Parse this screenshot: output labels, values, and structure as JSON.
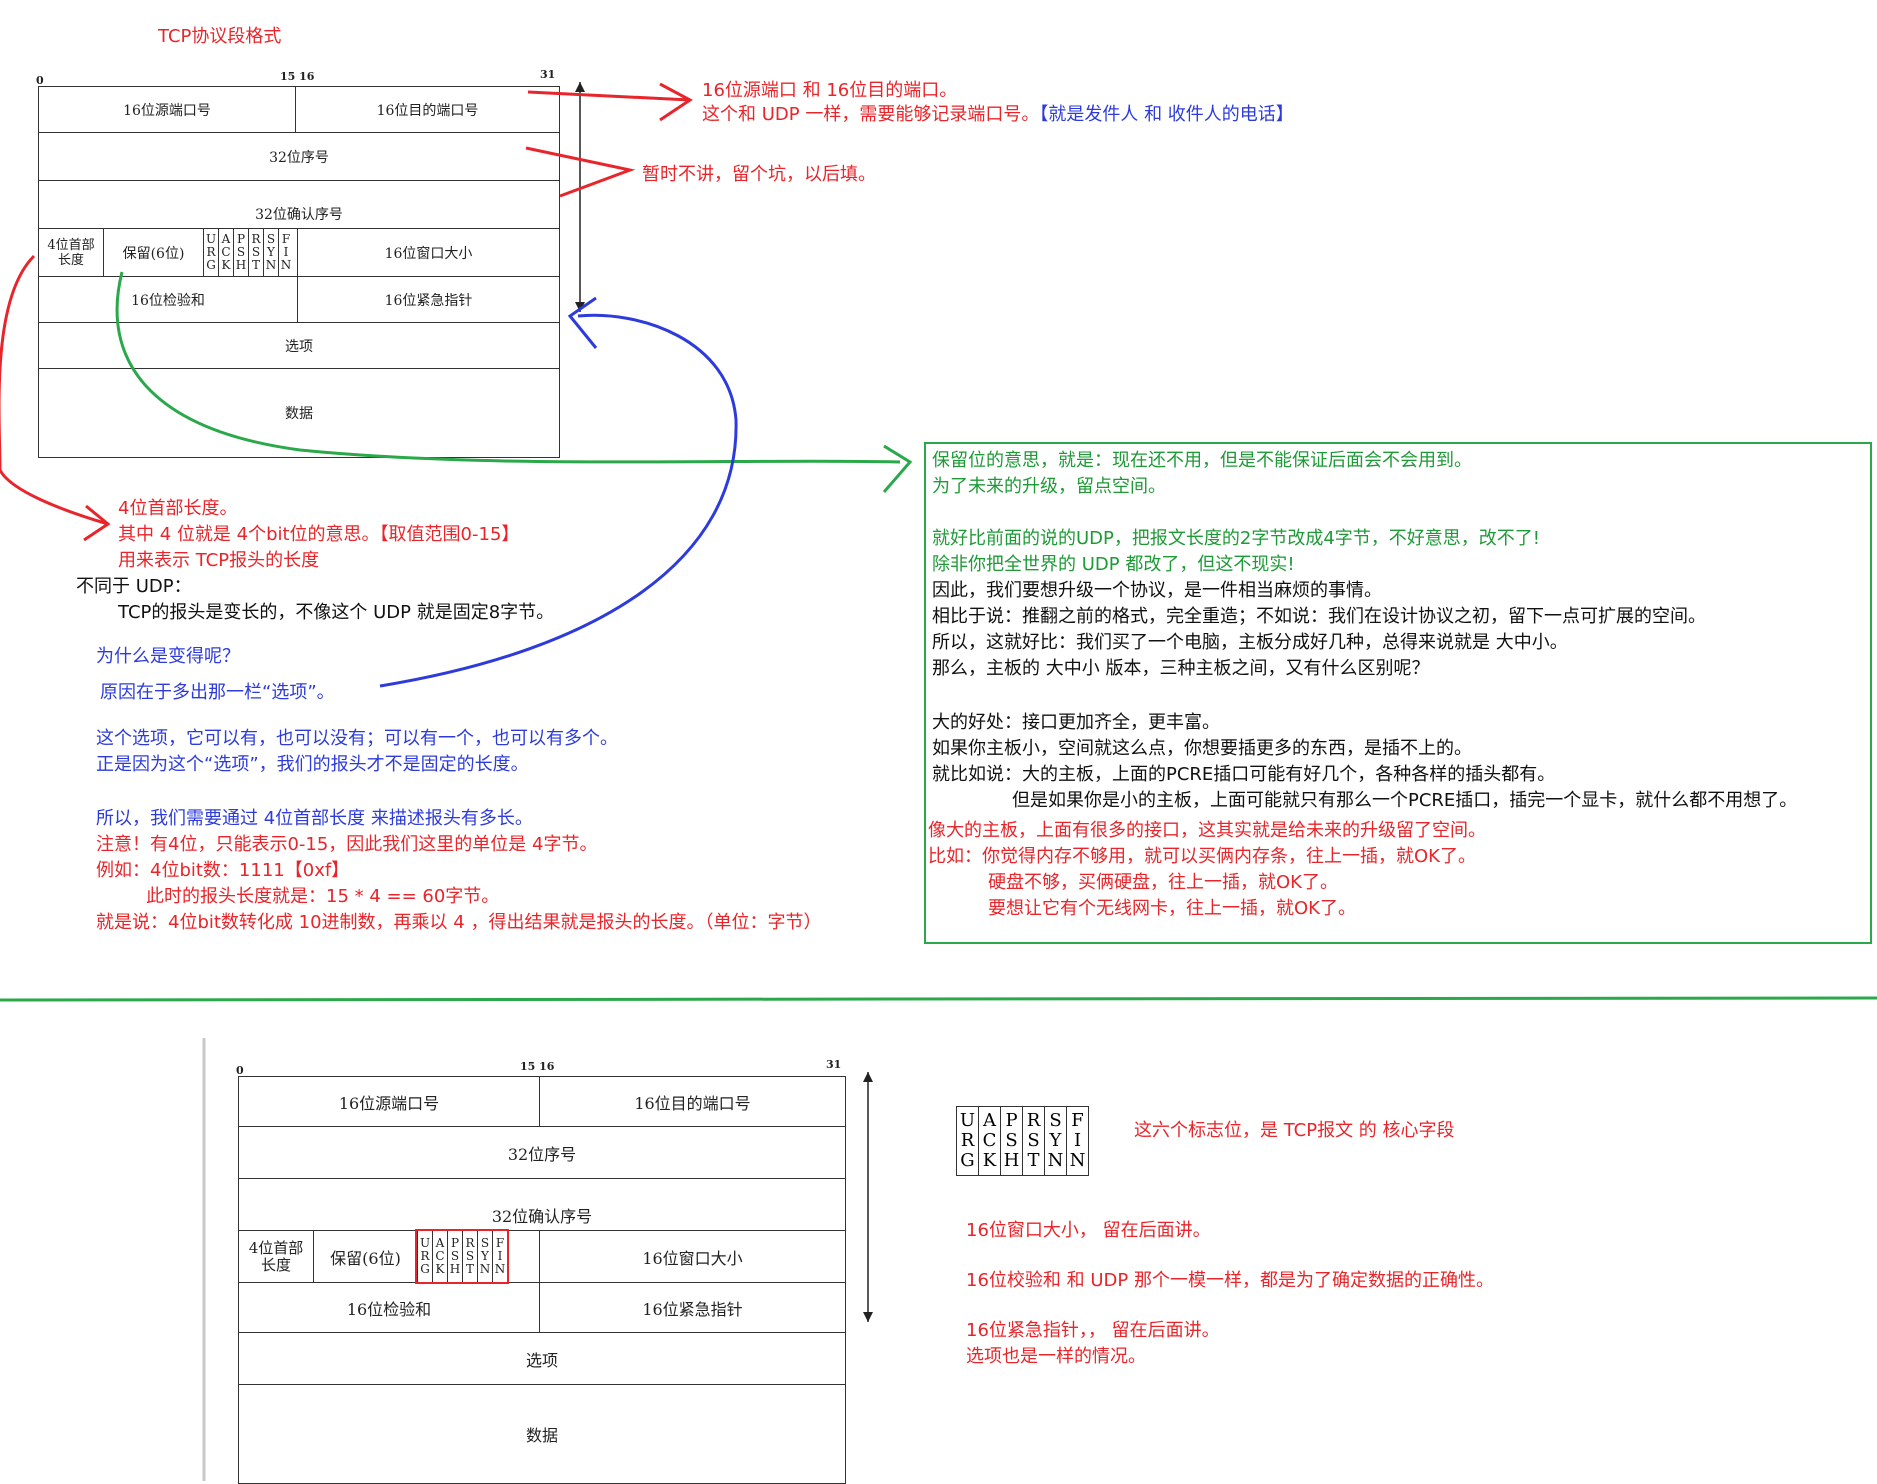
{
  "title": "TCP协议段格式",
  "diagram": {
    "bit_0": "0",
    "bit_15_16": "15 16",
    "bit_31": "31",
    "src_port": "16位源端口号",
    "dst_port": "16位目的端口号",
    "seq": "32位序号",
    "ack": "32位确认序号",
    "header_len_line1": "4位首部",
    "header_len_line2": "长度",
    "reserved": "保留(6位)",
    "flags": [
      {
        "l1": "U",
        "l2": "R",
        "l3": "G"
      },
      {
        "l1": "A",
        "l2": "C",
        "l3": "K"
      },
      {
        "l1": "P",
        "l2": "S",
        "l3": "H"
      },
      {
        "l1": "R",
        "l2": "S",
        "l3": "T"
      },
      {
        "l1": "S",
        "l2": "Y",
        "l3": "N"
      },
      {
        "l1": "F",
        "l2": "I",
        "l3": "N"
      }
    ],
    "window": "16位窗口大小",
    "checksum": "16位检验和",
    "urgent": "16位紧急指针",
    "options_top": "选项",
    "options_bottom": "选项",
    "data": "数据"
  },
  "notes_top": {
    "ports_line1": "16位源端口 和 16位目的端口。",
    "ports_line2": "这个和 UDP 一样，需要能够记录端口号。",
    "ports_line2_blue": "【就是发件人 和 收件人的电话】",
    "seq_note": "暂时不讲，留个坑，以后填。",
    "hl_line1": "4位首部长度。",
    "hl_line2": "其中 4 位就是 4个bit位的意思。【取值范围0-15】",
    "hl_line3": "用来表示 TCP报头的长度",
    "udp_line1": "不同于 UDP：",
    "udp_line2": "TCP的报头是变长的，不像这个 UDP 就是固定8字节。",
    "why_line1": "为什么是变得呢？",
    "why_line2": "原因在于多出那一栏“选项”。",
    "opt_line1": "这个选项，它可以有，也可以没有；可以有一个，也可以有多个。",
    "opt_line2": "正是因为这个“选项”，我们的报头才不是固定的长度。",
    "calc_line1": "所以，我们需要通过 4位首部长度 来描述报头有多长。",
    "calc_line2": "注意！有4位，只能表示0-15，因此我们这里的单位是 4字节。",
    "calc_line3": "例如：4位bit数：1111【0xf】",
    "calc_line4": "此时的报头长度就是：15 * 4 == 60字节。",
    "calc_line5": "就是说：4位bit数转化成 10进制数，再乘以 4 ，得出结果就是报头的长度。（单位：字节）"
  },
  "reserved_box": {
    "g1": "保留位的意思，就是：现在还不用，但是不能保证后面会不会用到。",
    "g2": "为了未来的升级，留点空间。",
    "g3": "就好比前面的说的UDP，把报文长度的2字节改成4字节，不好意思，改不了!",
    "g4": "除非你把全世界的 UDP 都改了，但这不现实!",
    "k1": "因此，我们要想升级一个协议，是一件相当麻烦的事情。",
    "k2": "相比于说：推翻之前的格式，完全重造；不如说：我们在设计协议之初，留下一点可扩展的空间。",
    "k3": "所以，这就好比：我们买了一个电脑，主板分成好几种，总得来说就是 大中小。",
    "k4": "那么，主板的 大中小 版本，三种主板之间，又有什么区别呢？",
    "k5": "大的好处：接口更加齐全，更丰富。",
    "k6": "如果你主板小，空间就这么点，你想要插更多的东西，是插不上的。",
    "k7": "就比如说：大的主板，上面的PCRE插口可能有好几个，各种各样的插头都有。",
    "k8": "但是如果你是小的主板，上面可能就只有那么一个PCRE插口，插完一个显卡，就什么都不用想了。",
    "r1": "像大的主板，上面有很多的接口，这其实就是给未来的升级留了空间。",
    "r2": "比如：你觉得内存不够用，就可以买俩内存条，往上一插，就OK了。",
    "r3": "硬盘不够，买俩硬盘，往上一插，就OK了。",
    "r4": "要想让它有个无线网卡，往上一插，就OK了。"
  },
  "notes_bottom": {
    "flags_note": "这六个标志位，是 TCP报文 的 核心字段",
    "window_note": "16位窗口大小，  留在后面讲。",
    "checksum_note": "16位校验和 和 UDP 那个一模一样，都是为了确定数据的正确性。",
    "urgent_note": "16位紧急指针，，   留在后面讲。",
    "options_note": "选项也是一样的情况。"
  }
}
